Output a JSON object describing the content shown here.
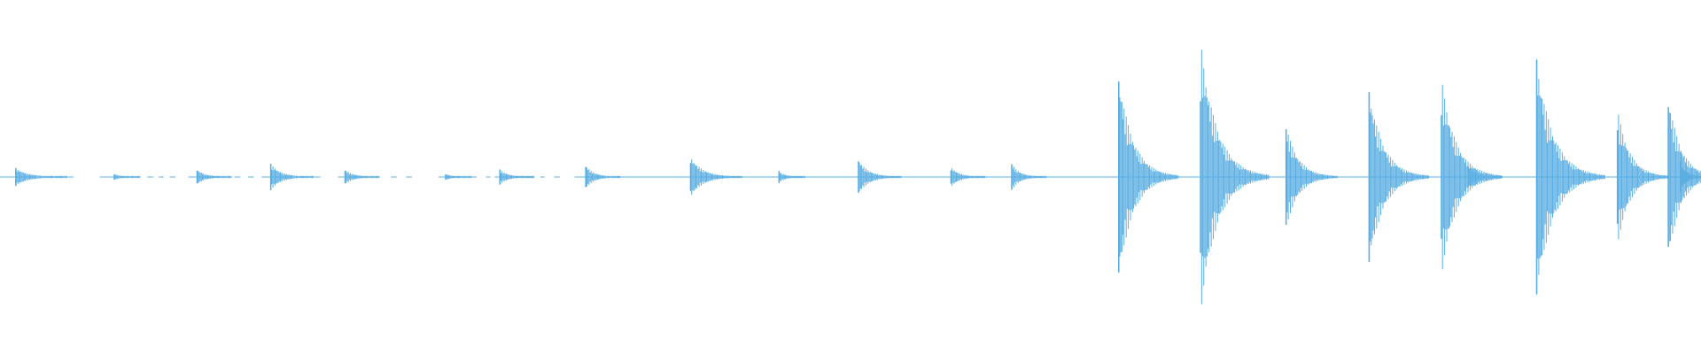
{
  "waveform": {
    "color": "#5aaee3",
    "baseline_color": "#7fc1ec",
    "transients": [
      {
        "position": 0.0093,
        "amplitude": 0.06,
        "decay": 0.03
      },
      {
        "position": 0.0672,
        "amplitude": 0.02,
        "decay": 0.015
      },
      {
        "position": 0.1159,
        "amplitude": 0.05,
        "decay": 0.02
      },
      {
        "position": 0.1592,
        "amplitude": 0.09,
        "decay": 0.025
      },
      {
        "position": 0.2029,
        "amplitude": 0.05,
        "decay": 0.02
      },
      {
        "position": 0.262,
        "amplitude": 0.02,
        "decay": 0.015
      },
      {
        "position": 0.2939,
        "amplitude": 0.05,
        "decay": 0.02
      },
      {
        "position": 0.3444,
        "amplitude": 0.08,
        "decay": 0.02
      },
      {
        "position": 0.406,
        "amplitude": 0.14,
        "decay": 0.03
      },
      {
        "position": 0.458,
        "amplitude": 0.04,
        "decay": 0.015
      },
      {
        "position": 0.5047,
        "amplitude": 0.12,
        "decay": 0.025
      },
      {
        "position": 0.5591,
        "amplitude": 0.07,
        "decay": 0.02
      },
      {
        "position": 0.5948,
        "amplitude": 0.09,
        "decay": 0.02
      },
      {
        "position": 0.6577,
        "amplitude": 0.72,
        "decay": 0.035
      },
      {
        "position": 0.7058,
        "amplitude": 0.96,
        "decay": 0.04
      },
      {
        "position": 0.7561,
        "amplitude": 0.36,
        "decay": 0.03
      },
      {
        "position": 0.8049,
        "amplitude": 0.62,
        "decay": 0.035
      },
      {
        "position": 0.8474,
        "amplitude": 0.7,
        "decay": 0.035
      },
      {
        "position": 0.8631,
        "amplitude": 0.08,
        "decay": 0.02
      },
      {
        "position": 0.9034,
        "amplitude": 0.84,
        "decay": 0.04
      },
      {
        "position": 0.9509,
        "amplitude": 0.48,
        "decay": 0.03
      },
      {
        "position": 0.9808,
        "amplitude": 0.58,
        "decay": 0.03
      },
      {
        "position": 0.9879,
        "amplitude": 0.1,
        "decay": 0.015
      }
    ],
    "gaps": [
      [
        0.02,
        0.028
      ],
      [
        0.031,
        0.034
      ],
      [
        0.036,
        0.04
      ],
      [
        0.043,
        0.059
      ],
      [
        0.0735,
        0.087
      ],
      [
        0.09,
        0.0935
      ],
      [
        0.096,
        0.1
      ],
      [
        0.103,
        0.111
      ],
      [
        0.129,
        0.138
      ],
      [
        0.141,
        0.146
      ],
      [
        0.149,
        0.154
      ],
      [
        0.171,
        0.177
      ],
      [
        0.179,
        0.185
      ],
      [
        0.188,
        0.199
      ],
      [
        0.216,
        0.23
      ],
      [
        0.233,
        0.239
      ],
      [
        0.242,
        0.258
      ],
      [
        0.27,
        0.277
      ],
      [
        0.28,
        0.286
      ],
      [
        0.288,
        0.291
      ],
      [
        0.313,
        0.318
      ],
      [
        0.32,
        0.326
      ],
      [
        0.329,
        0.338
      ],
      [
        0.356,
        0.362
      ]
    ]
  }
}
